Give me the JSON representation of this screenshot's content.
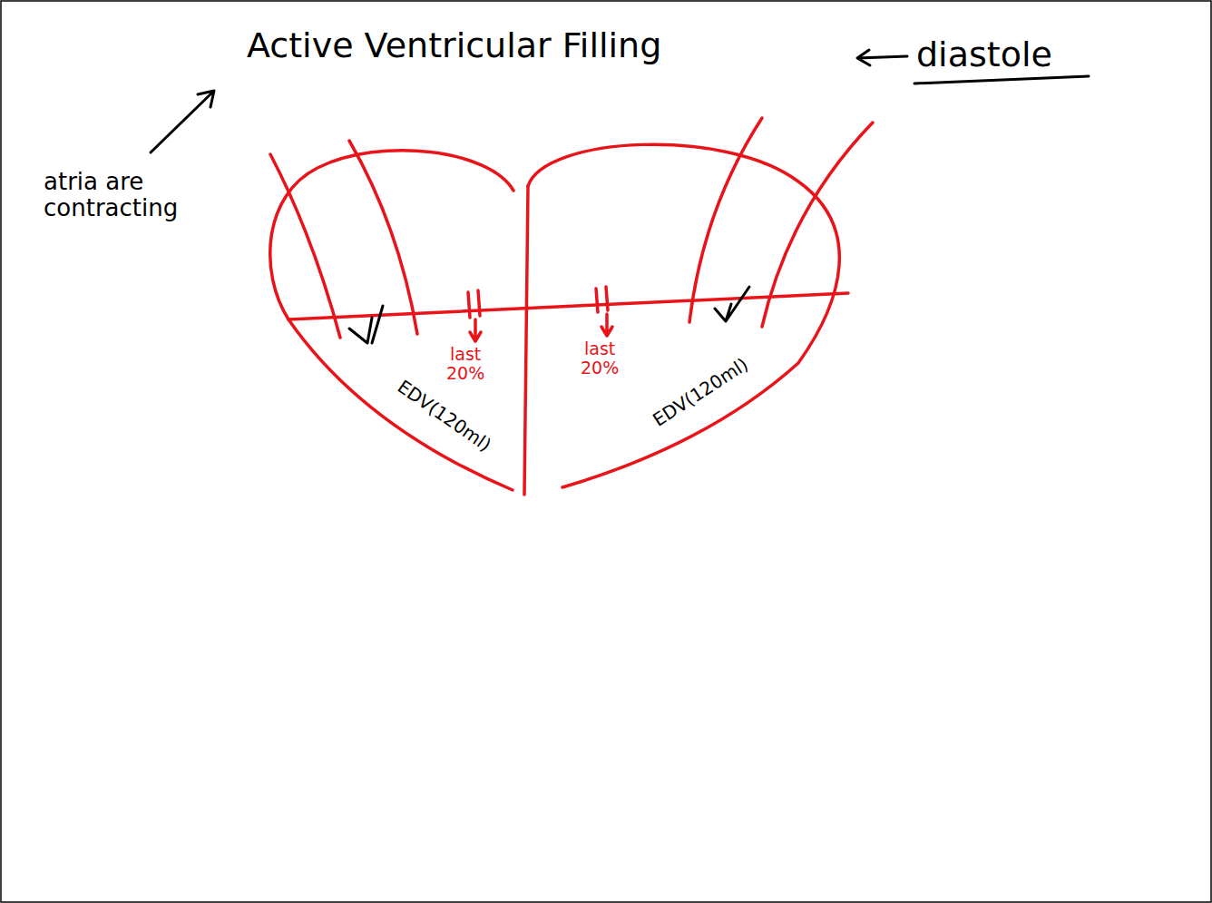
{
  "diagram": {
    "title": "Active Ventricular Filling",
    "labels": [
      "diastole",
      "atria are contracting",
      "last 20%",
      "last 20%",
      "EDV(120ml)",
      "EDV(120ml)"
    ]
  }
}
